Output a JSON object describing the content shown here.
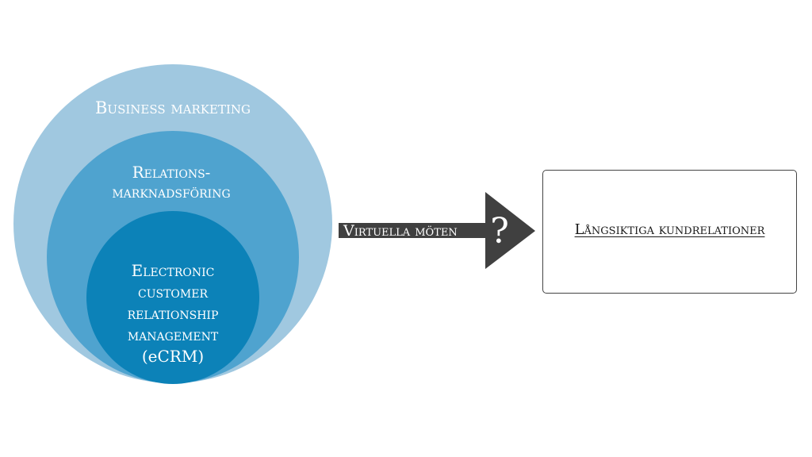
{
  "diagram": {
    "circles": {
      "outer": {
        "label": "Business marketing",
        "color": "#a0c8e0"
      },
      "middle": {
        "label_line1": "Relations-",
        "label_line2": "marknadsföring",
        "color": "#4fa3cf"
      },
      "inner": {
        "label_line1": "Electronic",
        "label_line2": "customer",
        "label_line3": "relationship",
        "label_line4": "management",
        "label_line5": "(eCRM)",
        "color": "#0c82b8"
      }
    },
    "arrow": {
      "label": "Virtuella möten",
      "symbol": "?",
      "color": "#404040"
    },
    "target": {
      "label": "Långsiktiga kundrelationer"
    }
  }
}
